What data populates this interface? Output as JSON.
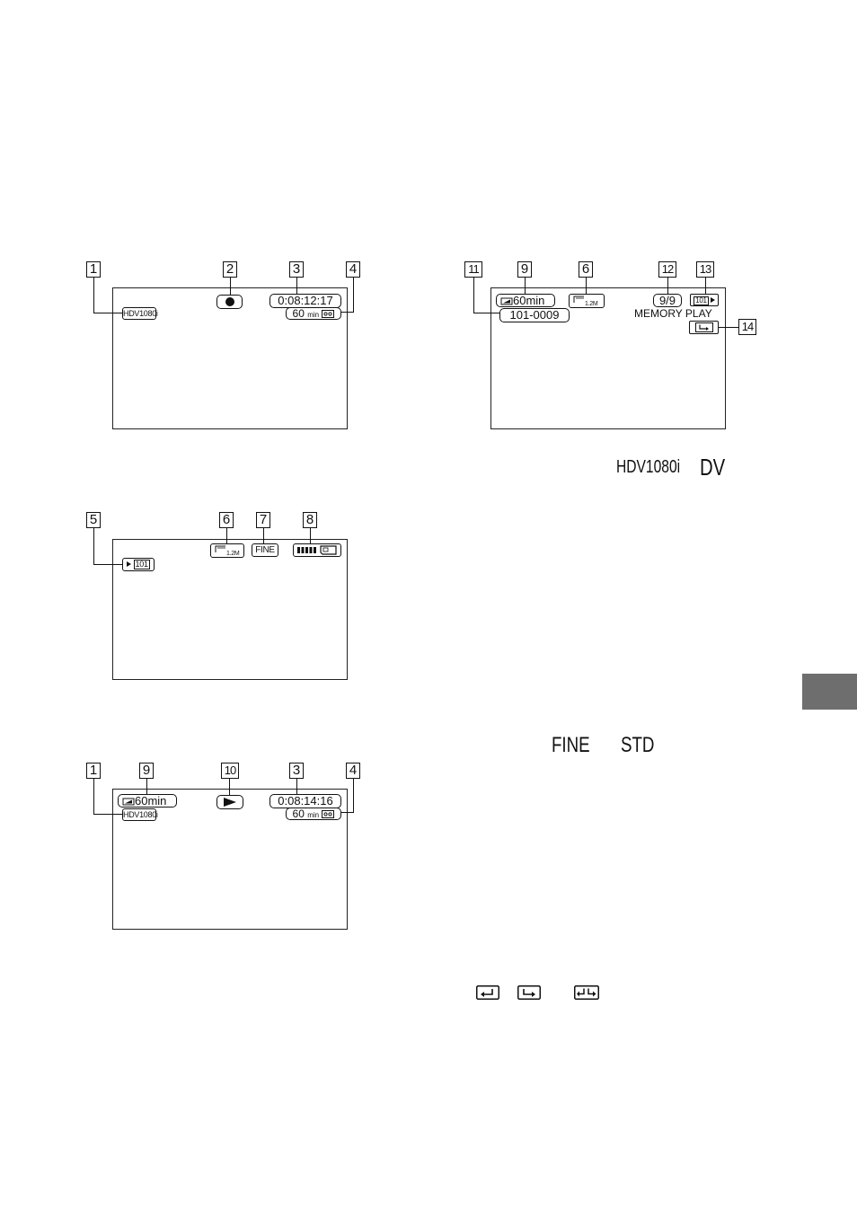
{
  "fig1": {
    "callouts": [
      "1",
      "2",
      "3",
      "4"
    ],
    "format": "HDV1080i",
    "timecode": "0:08:12:17",
    "tape_remaining": "60",
    "tape_unit": "min"
  },
  "fig2": {
    "callouts": [
      "5",
      "6",
      "7",
      "8"
    ],
    "folder": "101",
    "image_size": "1.2M",
    "quality": "FINE"
  },
  "fig3": {
    "callouts": [
      "1",
      "9",
      "10",
      "3",
      "4"
    ],
    "battery": "60min",
    "format": "HDV1080i",
    "timecode": "0:08:14:16",
    "tape_remaining": "60",
    "tape_unit": "min"
  },
  "fig4": {
    "callouts": [
      "11",
      "9",
      "6",
      "12",
      "13",
      "14"
    ],
    "battery": "60min",
    "image_size": "1.2M",
    "file_number": "101-0009",
    "image_count": "9/9",
    "folder": "101",
    "mode_label": "MEMORY PLAY"
  },
  "glyphs": {
    "hdv": "HDV1080i",
    "dv": "DV",
    "fine": "FINE",
    "std": "STD"
  },
  "icon_names": {
    "recording": "record-dot-icon",
    "playing": "play-triangle-icon",
    "tape": "cassette-icon",
    "battery": "battery-icon",
    "memory_stick": "memory-stick-icon",
    "image_size": "image-size-icon",
    "folder": "playback-folder-icon",
    "data_files": [
      "data-file-icon-a",
      "data-file-icon-b",
      "data-file-icon-c"
    ]
  }
}
